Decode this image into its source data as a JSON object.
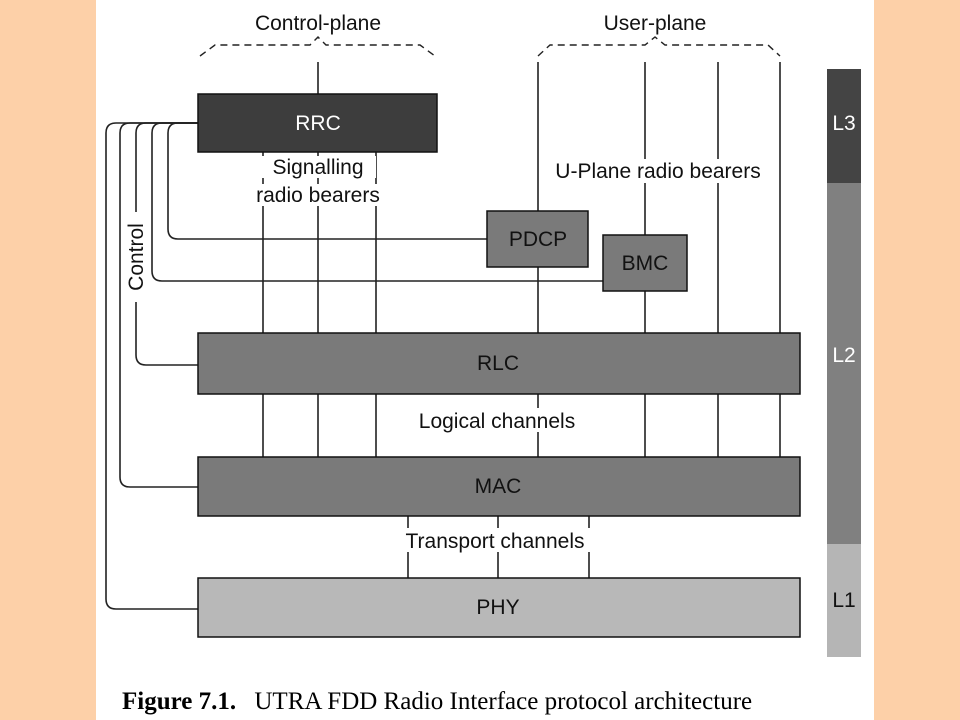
{
  "groups": {
    "control_plane": "Control-plane",
    "user_plane": "User-plane"
  },
  "blocks": {
    "rrc": "RRC",
    "pdcp": "PDCP",
    "bmc": "BMC",
    "rlc": "RLC",
    "mac": "MAC",
    "phy": "PHY"
  },
  "labels": {
    "signalling_1": "Signalling",
    "signalling_2": "radio bearers",
    "uplane_bearers": "U-Plane radio bearers",
    "control": "Control",
    "logical_channels": "Logical channels",
    "transport_channels": "Transport channels"
  },
  "layers": {
    "l3": "L3",
    "l2": "L2",
    "l1": "L1"
  },
  "caption": {
    "figure": "Figure 7.1.",
    "text": "UTRA FDD Radio Interface protocol architecture"
  },
  "colors": {
    "background": "#fdd0a8",
    "panel": "#ffffff",
    "rrc": "#3d3d3d",
    "l2_blocks": "#7a7a7a",
    "phy": "#b8b8b8",
    "l3_bar": "#444444",
    "l2_bar": "#808080",
    "l1_bar": "#b5b5b5"
  }
}
